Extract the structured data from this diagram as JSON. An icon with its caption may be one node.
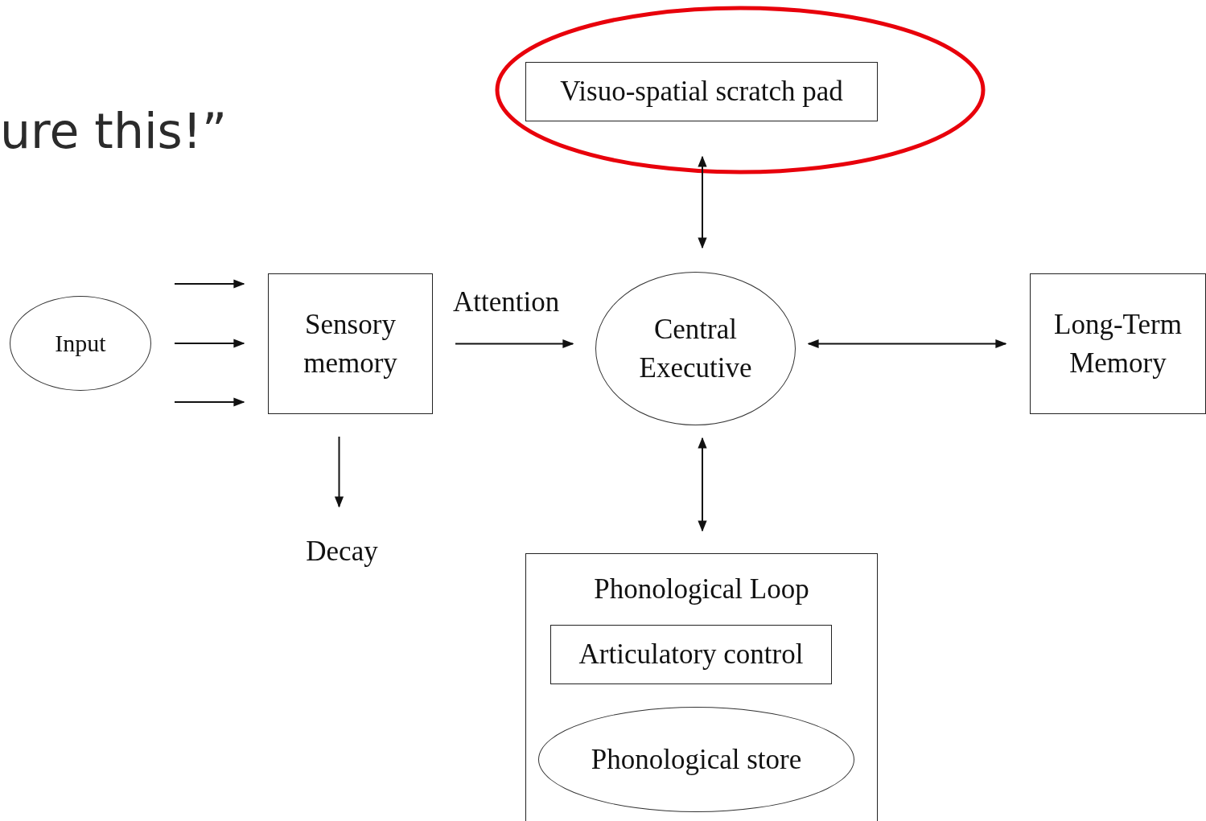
{
  "diagram": {
    "nodes": [
      {
        "text": [
          "Input"
        ]
      },
      {
        "text": [
          "Sensory memory"
        ]
      },
      {
        "text": [
          "Central Executive"
        ]
      },
      {
        "text": [
          "Visuo-spatial scratch pad"
        ]
      },
      {
        "text": [
          "Long-Term Memory"
        ]
      },
      {
        "text": [
          "Phonological Loop"
        ]
      },
      {
        "text": [
          "Articulatory control"
        ],
        "in": 5
      },
      {
        "text": [
          "Phonological store"
        ],
        "in": 5
      },
      {
        "text": [
          "Decay"
        ]
      }
    ],
    "edges": [
      {
        "from": 0,
        "to": 1,
        "arrow": "to"
      },
      {
        "from": 0,
        "to": 1,
        "arrow": "to"
      },
      {
        "from": 0,
        "to": 1,
        "arrow": "to"
      },
      {
        "from": 1,
        "to": 2,
        "arrow": "to",
        "label": "Attention"
      },
      {
        "from": 2,
        "to": 3,
        "arrow": "both"
      },
      {
        "from": 2,
        "to": 4,
        "arrow": "both"
      },
      {
        "from": 2,
        "to": 5,
        "arrow": "both"
      },
      {
        "from": 1,
        "to": 8,
        "arrow": "to"
      }
    ],
    "labels": [
      "ure this!”"
    ]
  }
}
